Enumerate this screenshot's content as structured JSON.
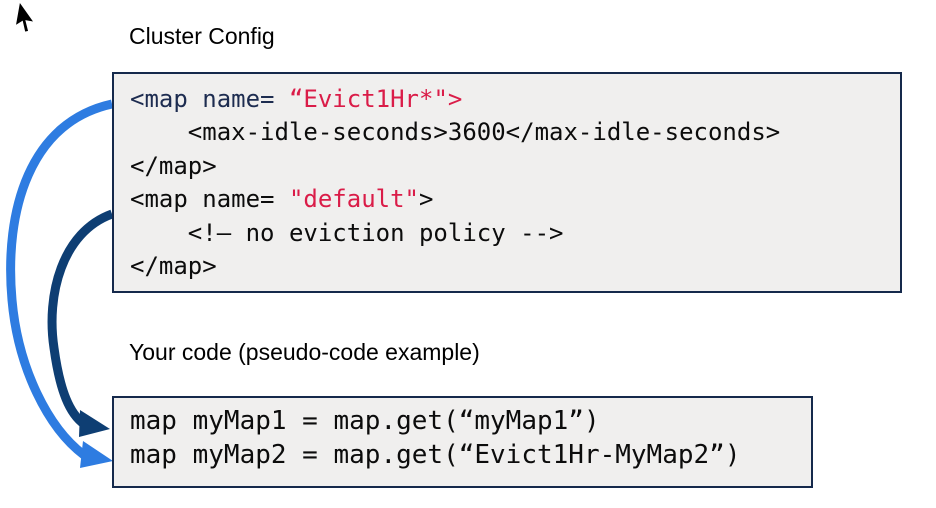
{
  "colors": {
    "background": "#ffffff",
    "box_bg": "#f0efee",
    "box_border": "#15294b",
    "navy_text": "#1d2c50",
    "black_text": "#0c0c0c",
    "red_text": "#da1c48",
    "arrow_light": "#2e7ce1",
    "arrow_dark": "#0e3e73",
    "cursor_fill": "#000000",
    "cursor_outline": "#ffffff"
  },
  "icons": {
    "mouse_pointer": "arrow-cursor-icon"
  },
  "cluster_config": {
    "label": "Cluster Config",
    "code_lines": [
      [
        [
          "<map name= ",
          "navy"
        ],
        [
          "“Evict1Hr*\">",
          "red"
        ]
      ],
      [
        [
          "    <max-idle-seconds>3600</max-idle-seconds>",
          "black"
        ]
      ],
      [
        [
          "</map>",
          "black"
        ]
      ],
      [
        [
          "<map name= ",
          "black"
        ],
        [
          "\"default\"",
          "red"
        ],
        [
          ">",
          "black"
        ]
      ],
      [
        [
          "    <!– no eviction policy -->",
          "black"
        ]
      ],
      [
        [
          "</map>",
          "black"
        ]
      ]
    ]
  },
  "your_code": {
    "label": "Your code (pseudo-code example)",
    "code_lines": [
      [
        [
          "map myMap1 = map.get(“myMap1”)",
          "black"
        ]
      ],
      [
        [
          "map myMap2 = map.get(“Evict1Hr-MyMap2”)",
          "black"
        ]
      ]
    ]
  },
  "arrows": [
    {
      "id": "evict-config-to-mymap2",
      "meaning": "Evict1Hr* config applies to Evict1Hr-MyMap2",
      "color_key": "arrow_light"
    },
    {
      "id": "default-config-to-mymap1",
      "meaning": "default config applies to myMap1",
      "color_key": "arrow_dark"
    }
  ]
}
